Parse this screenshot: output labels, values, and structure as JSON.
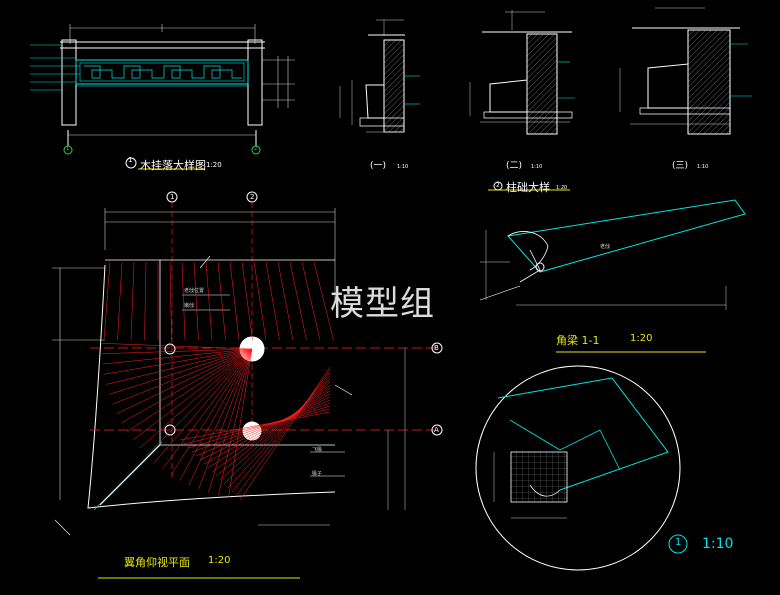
{
  "watermark": "模型组",
  "drawings": {
    "wood_hanger": {
      "title": "木挂落大样图",
      "marker": "1",
      "scale": "1:20",
      "axes": [
        "1",
        "2"
      ]
    },
    "column_base": {
      "title": "柱础大样",
      "marker": "2",
      "scale": "1:20",
      "variants": [
        {
          "label": "(一)",
          "scale": "1:10"
        },
        {
          "label": "(二)",
          "scale": "1:10"
        },
        {
          "label": "(三)",
          "scale": "1:10"
        }
      ]
    },
    "eave_plan": {
      "title": "翼角仰视平面",
      "scale": "1:20",
      "axes_top": [
        "1",
        "2"
      ],
      "axes_right": [
        "B",
        "A"
      ],
      "annotations": [
        "老戗位置",
        "嫩戗",
        "飞椽",
        "椽子"
      ]
    },
    "corner_beam": {
      "title": "角梁 1-1",
      "scale": "1:20",
      "annotation": "老戗"
    },
    "detail": {
      "marker": "1",
      "scale": "1:10"
    }
  },
  "colors": {
    "line_cyan": "#00e5e5",
    "line_red": "#ff2020",
    "line_white": "#ffffff",
    "title_yellow": "#e6e600",
    "green": "#30d030"
  }
}
